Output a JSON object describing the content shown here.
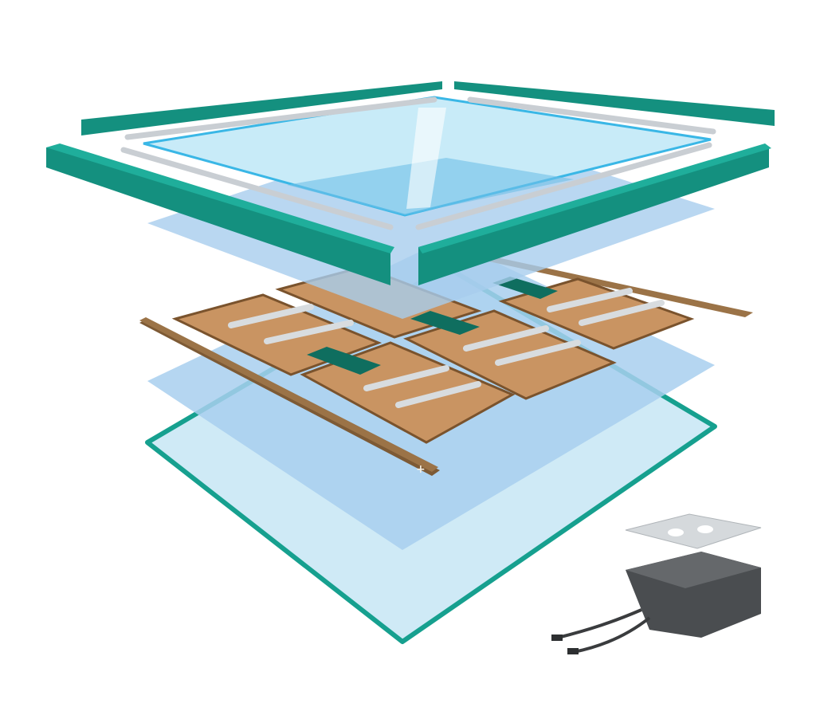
{
  "diagram": {
    "layers": [
      {
        "name": "aluminium-frame",
        "color": "#14907f"
      },
      {
        "name": "frame-seal",
        "color": "#c9ced3"
      },
      {
        "name": "front-glass",
        "color": "#c8ebf8"
      },
      {
        "name": "upper-encapsulant",
        "color": "#a9cdee"
      },
      {
        "name": "solar-cells",
        "color": "#c99462"
      },
      {
        "name": "lower-encapsulant",
        "color": "#a9cdee"
      },
      {
        "name": "back-sheet-glass",
        "color": "#cfeaf6"
      },
      {
        "name": "junction-box",
        "color": "#4a4d50"
      }
    ],
    "busbar_terminal_label": "+"
  }
}
